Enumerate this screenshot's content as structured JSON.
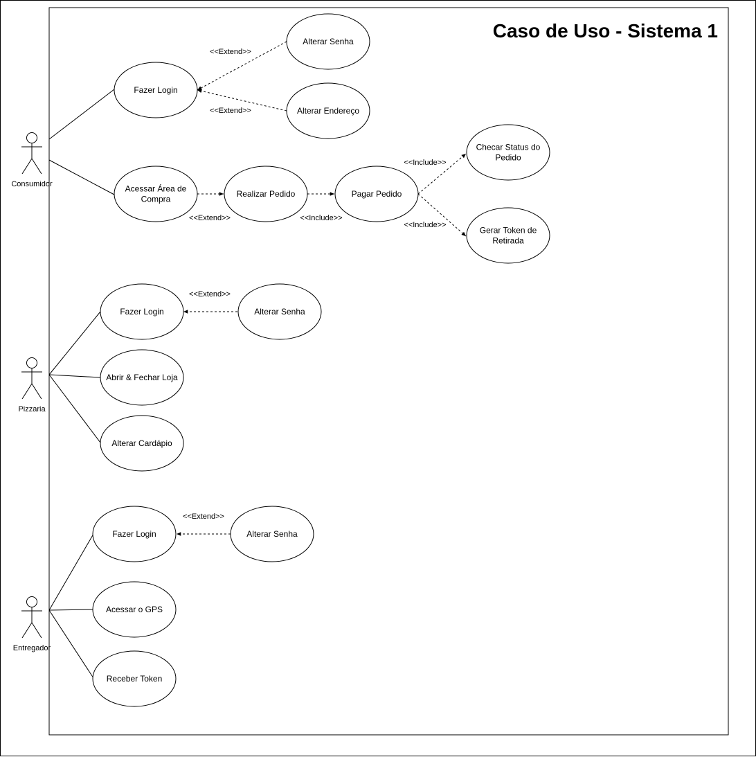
{
  "title": "Caso de Uso - Sistema 1",
  "actors": {
    "consumidor": "Consumidor",
    "pizzaria": "Pizzaria",
    "entregador": "Entregador"
  },
  "use_cases": {
    "c_fazer_login": [
      "Fazer Login"
    ],
    "c_alterar_senha": [
      "Alterar Senha"
    ],
    "c_alterar_endereco": [
      "Alterar Endereço"
    ],
    "c_acessar_area": [
      "Acessar Área de",
      "Compra"
    ],
    "c_realizar_pedido": [
      "Realizar Pedido"
    ],
    "c_pagar_pedido": [
      "Pagar Pedido"
    ],
    "c_checar_status": [
      "Checar Status do",
      "Pedido"
    ],
    "c_gerar_token": [
      "Gerar Token de",
      "Retirada"
    ],
    "p_fazer_login": [
      "Fazer Login"
    ],
    "p_alterar_senha": [
      "Alterar Senha"
    ],
    "p_abrir_fechar": [
      "Abrir & Fechar Loja"
    ],
    "p_alterar_cardapio": [
      "Alterar Cardápio"
    ],
    "e_fazer_login": [
      "Fazer Login"
    ],
    "e_alterar_senha": [
      "Alterar Senha"
    ],
    "e_acessar_gps": [
      "Acessar o GPS"
    ],
    "e_receber_token": [
      "Receber Token"
    ]
  },
  "stereotypes": {
    "extend": "<<Extend>>",
    "include": "<<Include>>"
  }
}
